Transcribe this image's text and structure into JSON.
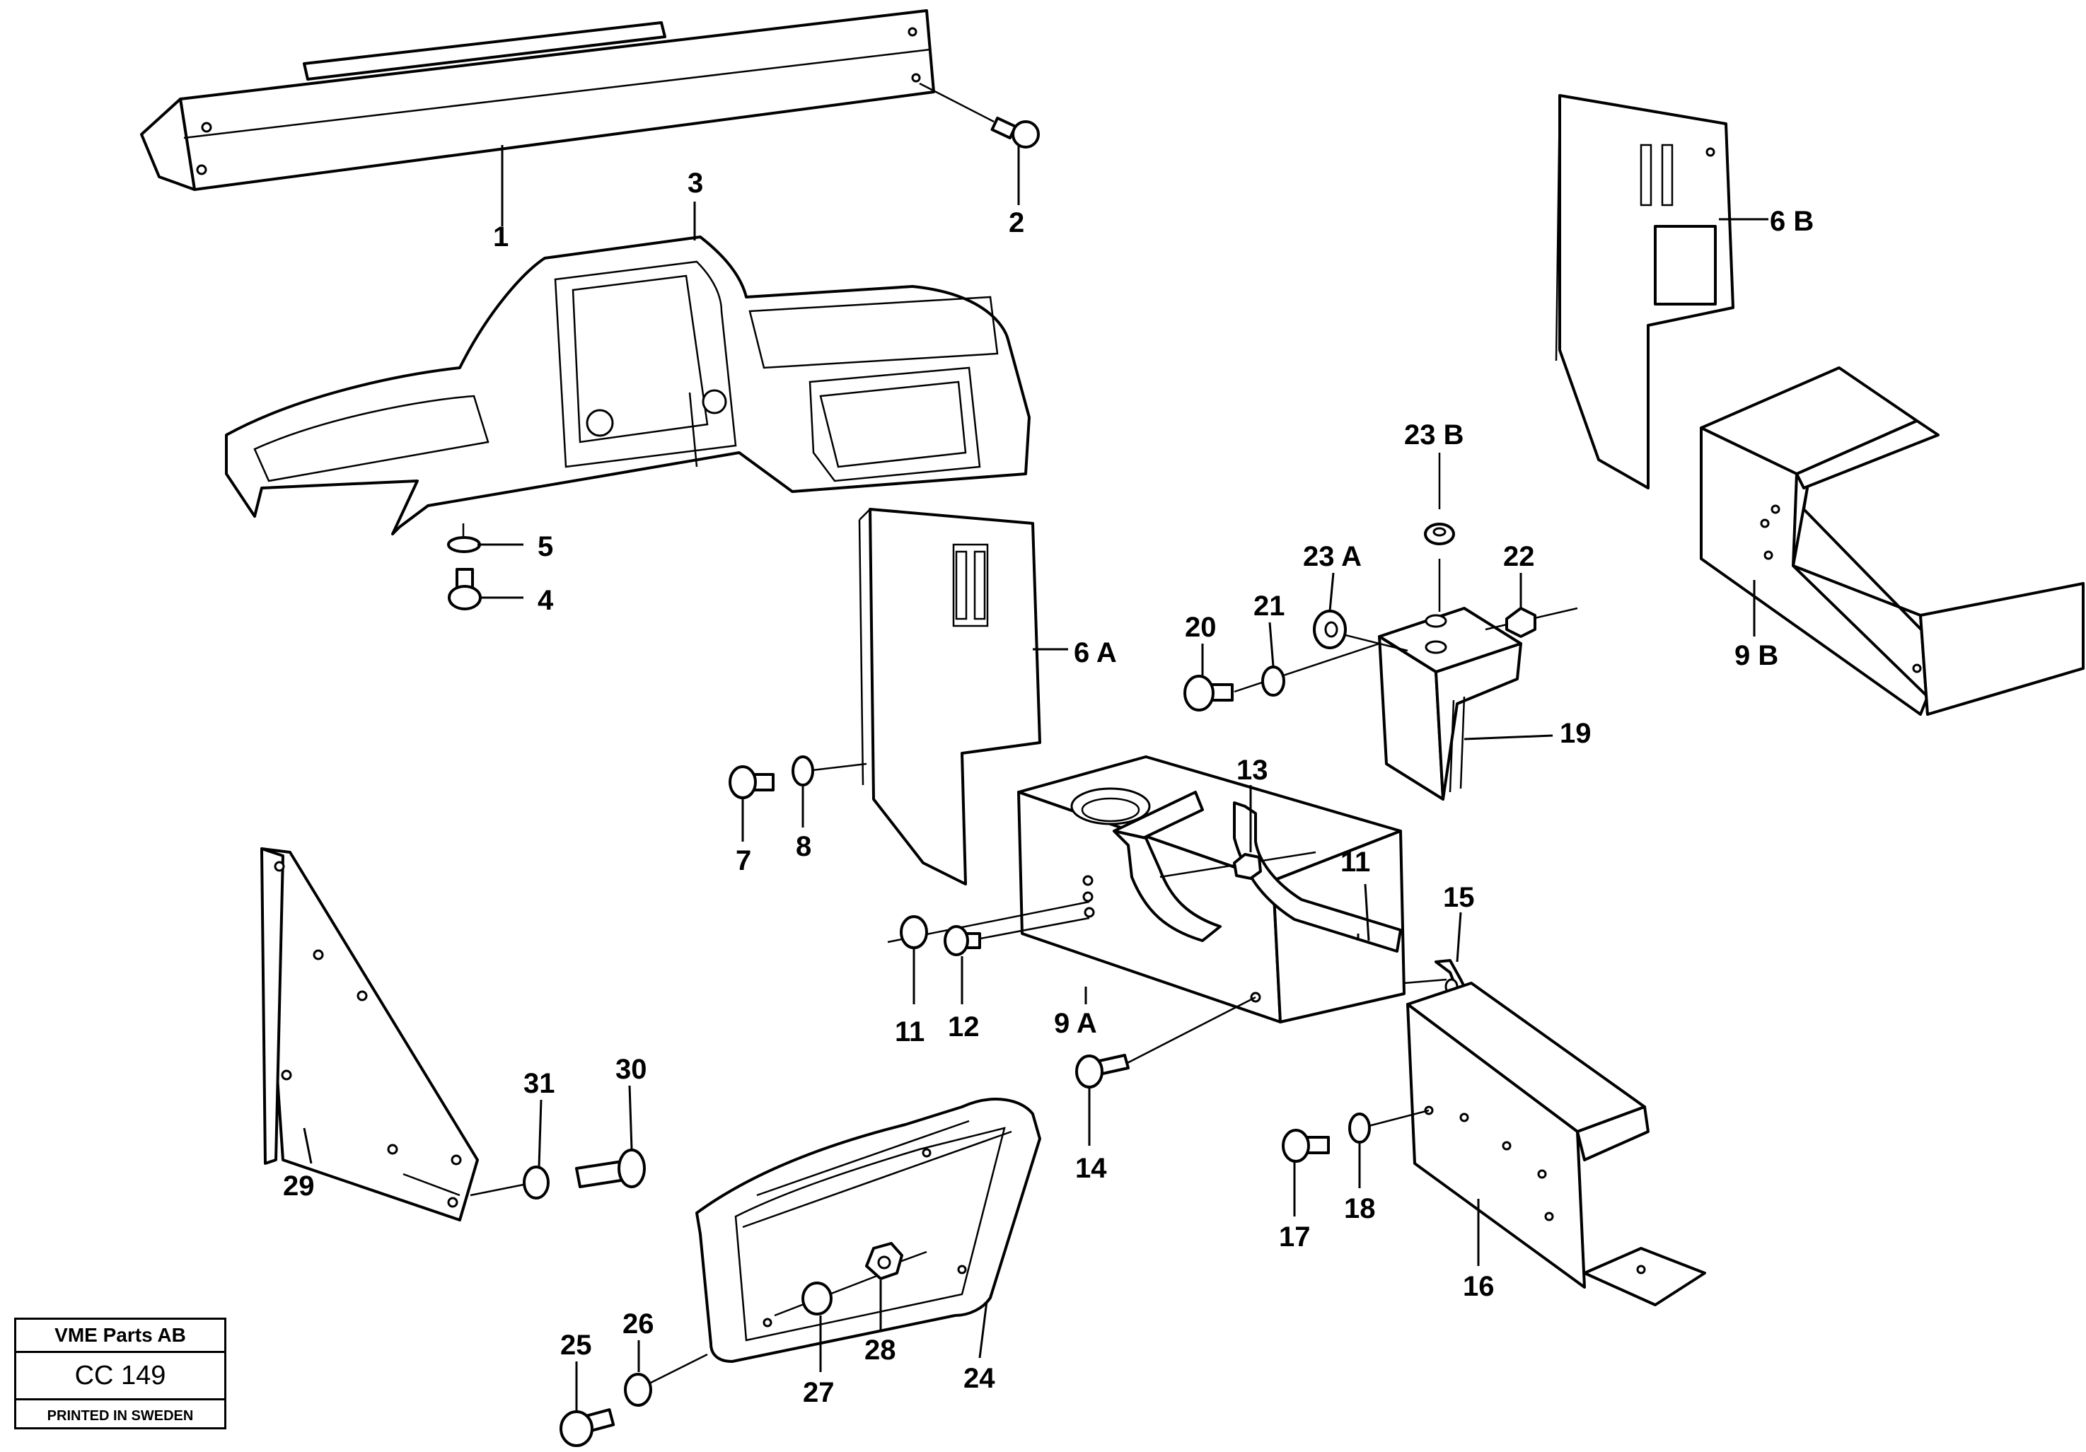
{
  "title_block": {
    "company": "VME Parts AB",
    "code": "CC 149",
    "printed": "PRINTED IN SWEDEN"
  },
  "callouts": {
    "c1": "1",
    "c2": "2",
    "c3": "3",
    "c4": "4",
    "c5": "5",
    "c6A": "6 A",
    "c6B": "6 B",
    "c7": "7",
    "c8": "8",
    "c9A": "9 A",
    "c9B": "9 B",
    "c11a": "11",
    "c11b": "11",
    "c12": "12",
    "c13": "13",
    "c14": "14",
    "c15": "15",
    "c16": "16",
    "c17": "17",
    "c18": "18",
    "c19": "19",
    "c20": "20",
    "c21": "21",
    "c22": "22",
    "c23A": "23 A",
    "c23B": "23 B",
    "c24": "24",
    "c25": "25",
    "c26": "26",
    "c27": "27",
    "c28": "28",
    "c29": "29",
    "c30": "30",
    "c31": "31"
  }
}
